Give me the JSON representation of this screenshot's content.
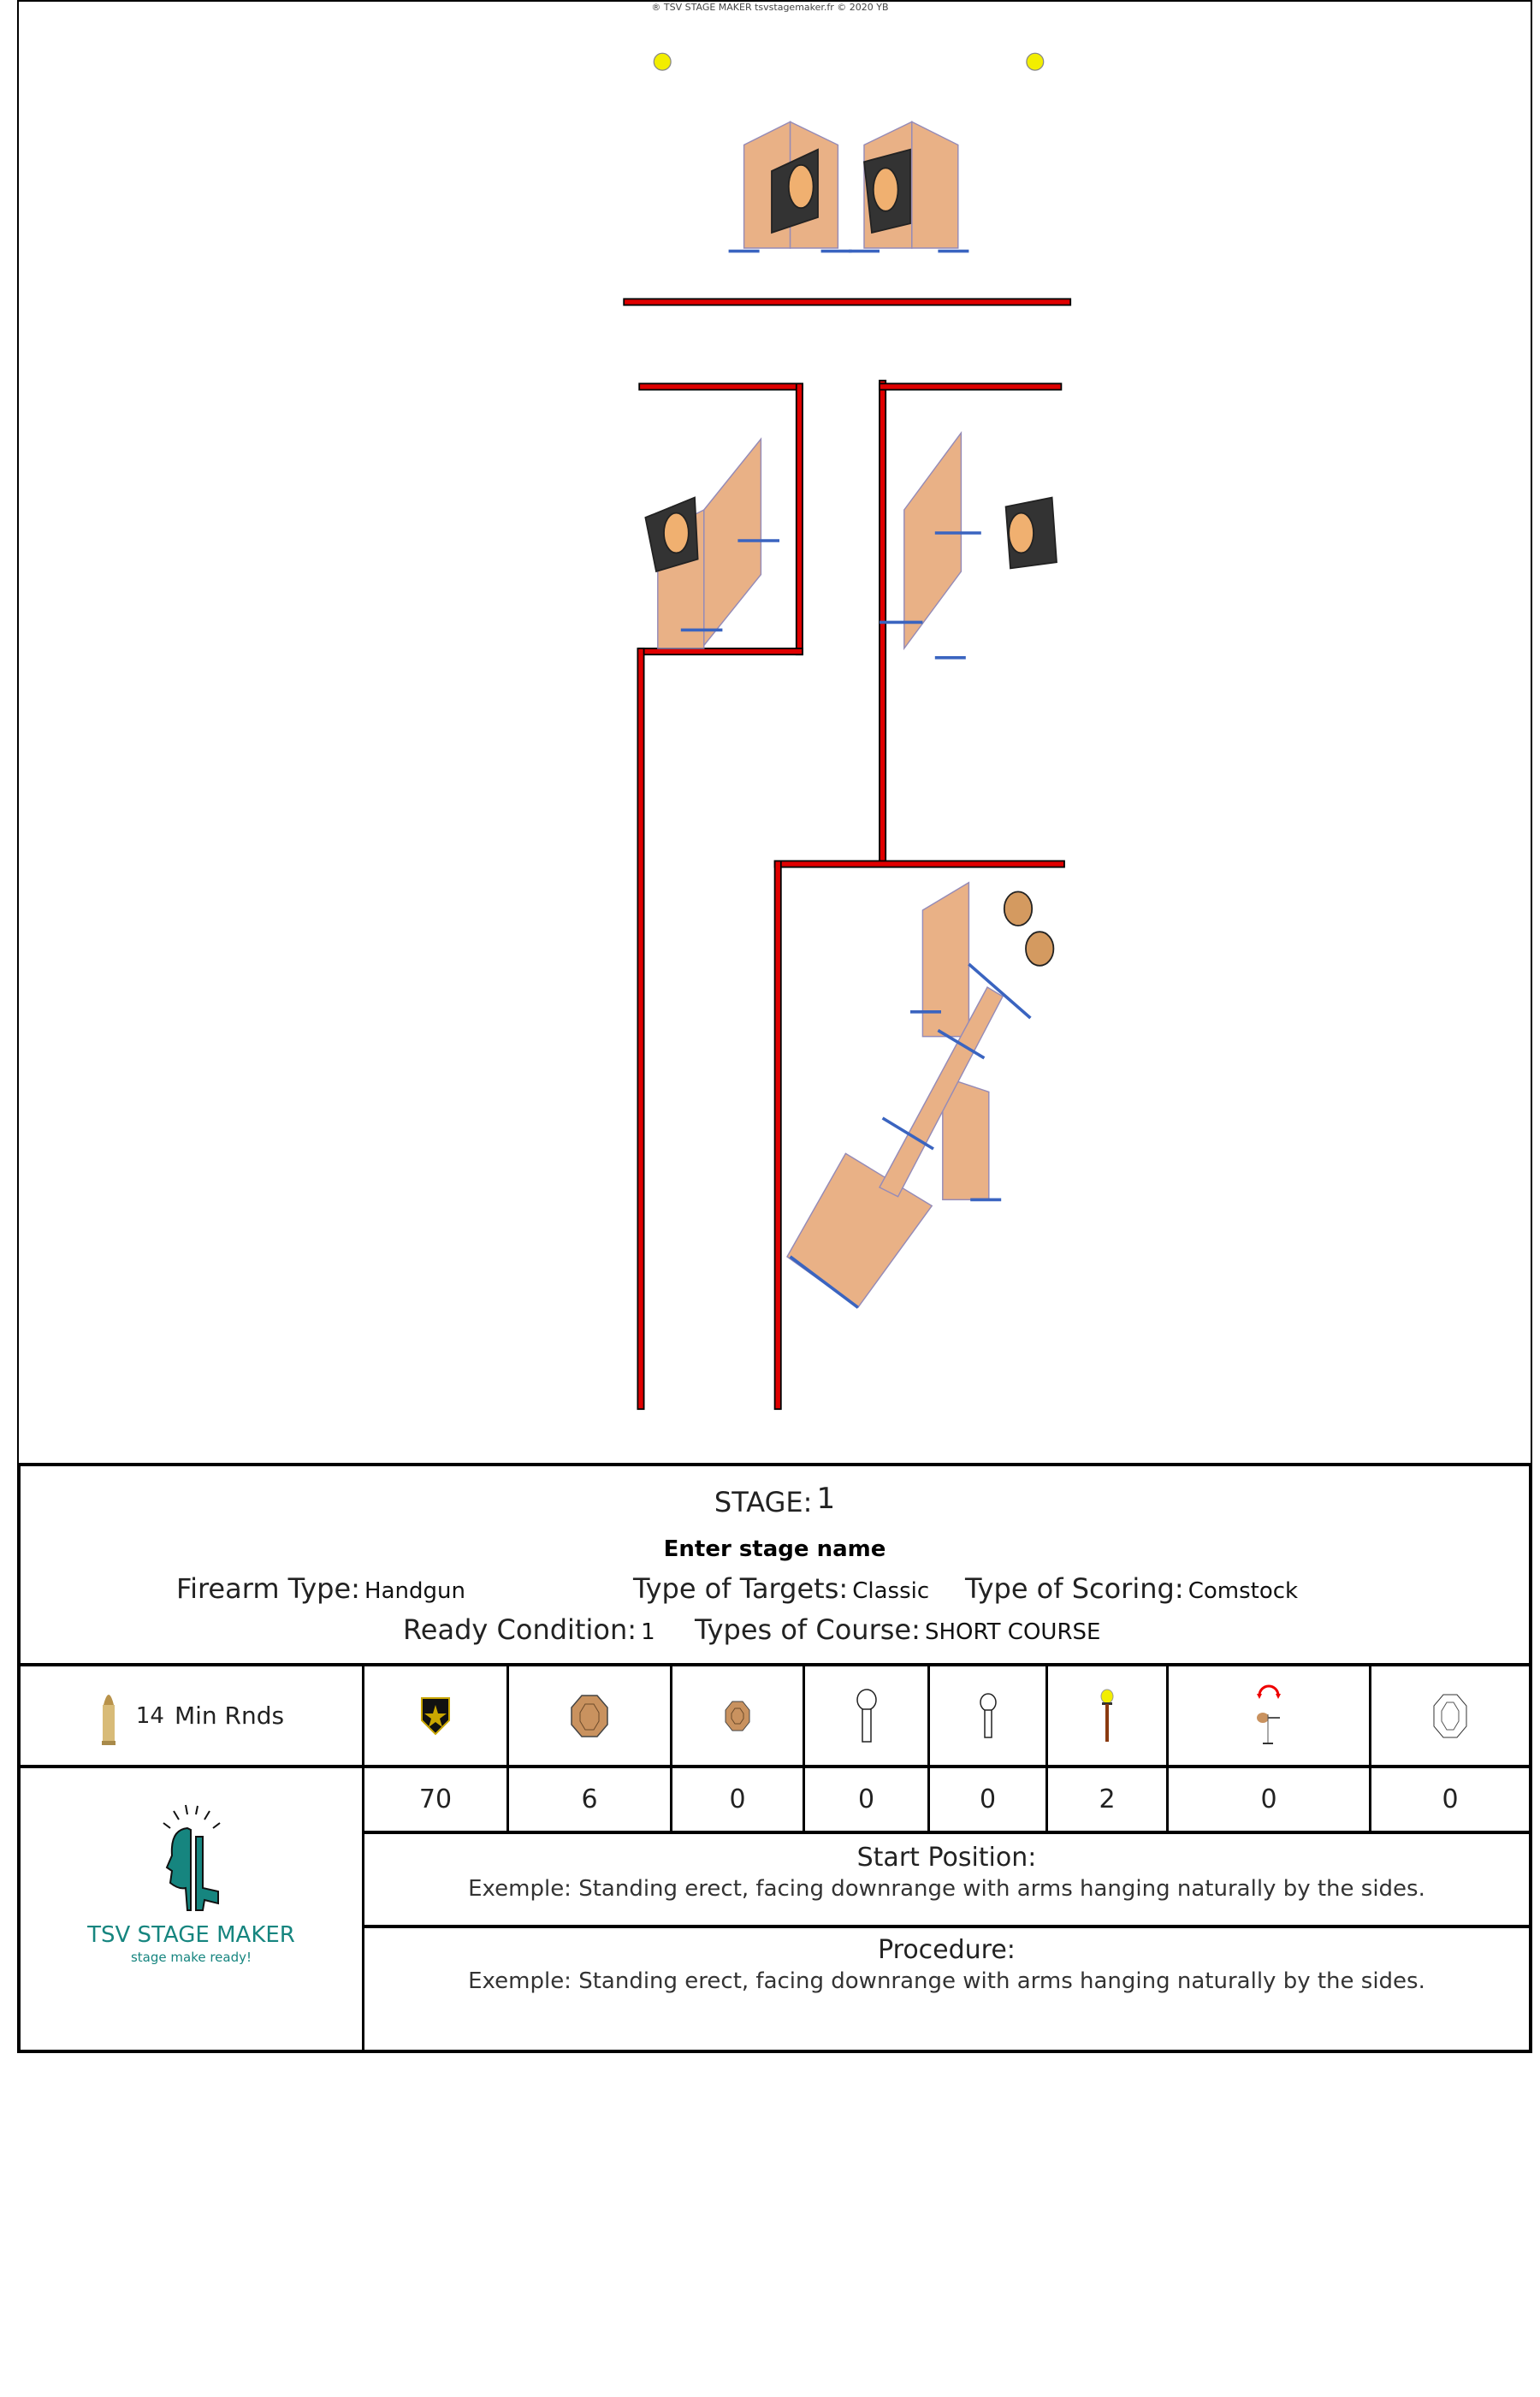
{
  "copyright": "® TSV STAGE MAKER tsvstagemaker.fr © 2020 YB",
  "stage": {
    "label": "STAGE:",
    "number": "1",
    "name": "Enter stage name"
  },
  "fields": {
    "firearm_label": "Firearm Type:",
    "firearm_value": "Handgun",
    "targets_label": "Type of Targets:",
    "targets_value": "Classic",
    "scoring_label": "Type of Scoring:",
    "scoring_value": "Comstock",
    "ready_label": "Ready Condition:",
    "ready_value": "1",
    "course_label": "Types of Course:",
    "course_value": "SHORT COURSE"
  },
  "rounds": {
    "count": "14",
    "label": "Min Rnds"
  },
  "target_counts": [
    {
      "icon": "badge-target-icon",
      "count": "70"
    },
    {
      "icon": "paper-target-icon",
      "count": "6"
    },
    {
      "icon": "mini-paper-target-icon",
      "count": "0"
    },
    {
      "icon": "popper-icon",
      "count": "0"
    },
    {
      "icon": "mini-popper-icon",
      "count": "0"
    },
    {
      "icon": "steel-plate-icon",
      "count": "2"
    },
    {
      "icon": "swinger-target-icon",
      "count": "0"
    },
    {
      "icon": "no-shoot-target-icon",
      "count": "0"
    }
  ],
  "logo": {
    "title": "TSV STAGE MAKER",
    "tagline": "stage make ready!"
  },
  "start_position": {
    "title": "Start Position:",
    "text": "Exemple: Standing erect, facing downrange with arms hanging naturally by the sides."
  },
  "procedure": {
    "title": "Procedure:",
    "text": "Exemple: Standing erect, facing downrange with arms hanging naturally by the sides."
  },
  "colors": {
    "wall": "#e00000",
    "target": "#e7a97a",
    "stand": "#3a64c0",
    "logo": "#16857f",
    "plate": "#f2ee00"
  }
}
